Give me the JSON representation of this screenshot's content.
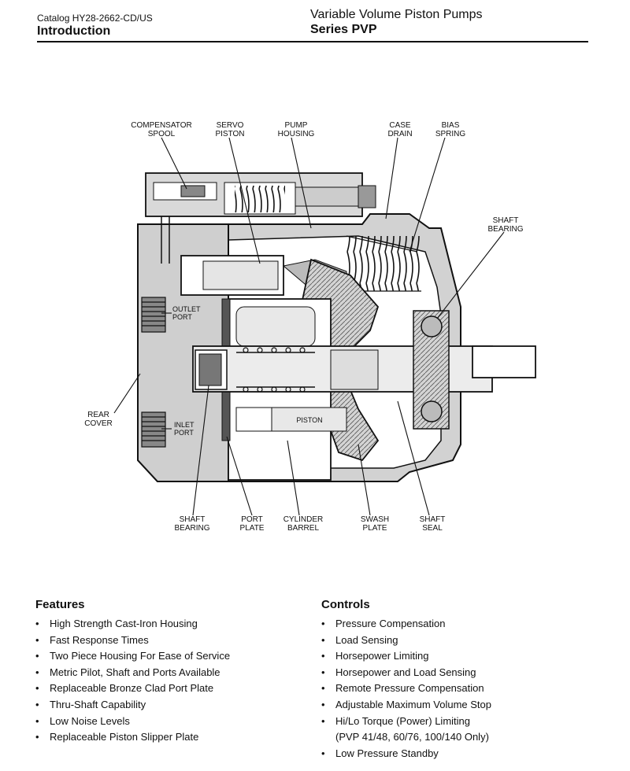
{
  "header": {
    "catalog": "Catalog HY28-2662-CD/US",
    "section": "Introduction",
    "product": "Variable Volume Piston Pumps",
    "series": "Series PVP"
  },
  "diagram": {
    "labels": {
      "compensator_spool": [
        "COMPENSATOR",
        "SPOOL"
      ],
      "servo_piston": [
        "SERVO",
        "PISTON"
      ],
      "pump_housing": [
        "PUMP",
        "HOUSING"
      ],
      "case_drain": [
        "CASE",
        "DRAIN"
      ],
      "bias_spring": [
        "BIAS",
        "SPRING"
      ],
      "shaft_bearing_top": [
        "SHAFT",
        "BEARING"
      ],
      "outlet_port": [
        "OUTLET",
        "PORT"
      ],
      "rear_cover": [
        "REAR",
        "COVER"
      ],
      "inlet_port": [
        "INLET",
        "PORT"
      ],
      "piston": "PISTON",
      "shaft_bearing_bottom": [
        "SHAFT",
        "BEARING"
      ],
      "port_plate": [
        "PORT",
        "PLATE"
      ],
      "cylinder_barrel": [
        "CYLINDER",
        "BARREL"
      ],
      "swash_plate": [
        "SWASH",
        "PLATE"
      ],
      "shaft_seal": [
        "SHAFT",
        "SEAL"
      ]
    }
  },
  "features": {
    "heading": "Features",
    "items": [
      "High Strength Cast-Iron Housing",
      "Fast Response Times",
      "Two Piece Housing For Ease of Service",
      "Metric Pilot, Shaft and Ports Available",
      "Replaceable Bronze Clad Port Plate",
      "Thru-Shaft Capability",
      "Low Noise Levels",
      "Replaceable Piston Slipper Plate"
    ]
  },
  "controls": {
    "heading": "Controls",
    "items": [
      "Pressure Compensation",
      "Load Sensing",
      "Horsepower Limiting",
      "Horsepower and Load Sensing",
      "Remote Pressure Compensation",
      "Adjustable Maximum Volume Stop",
      "Hi/Lo Torque (Power) Limiting",
      "(PVP 41/48, 60/76, 100/140 Only)",
      "Low Pressure Standby"
    ]
  }
}
